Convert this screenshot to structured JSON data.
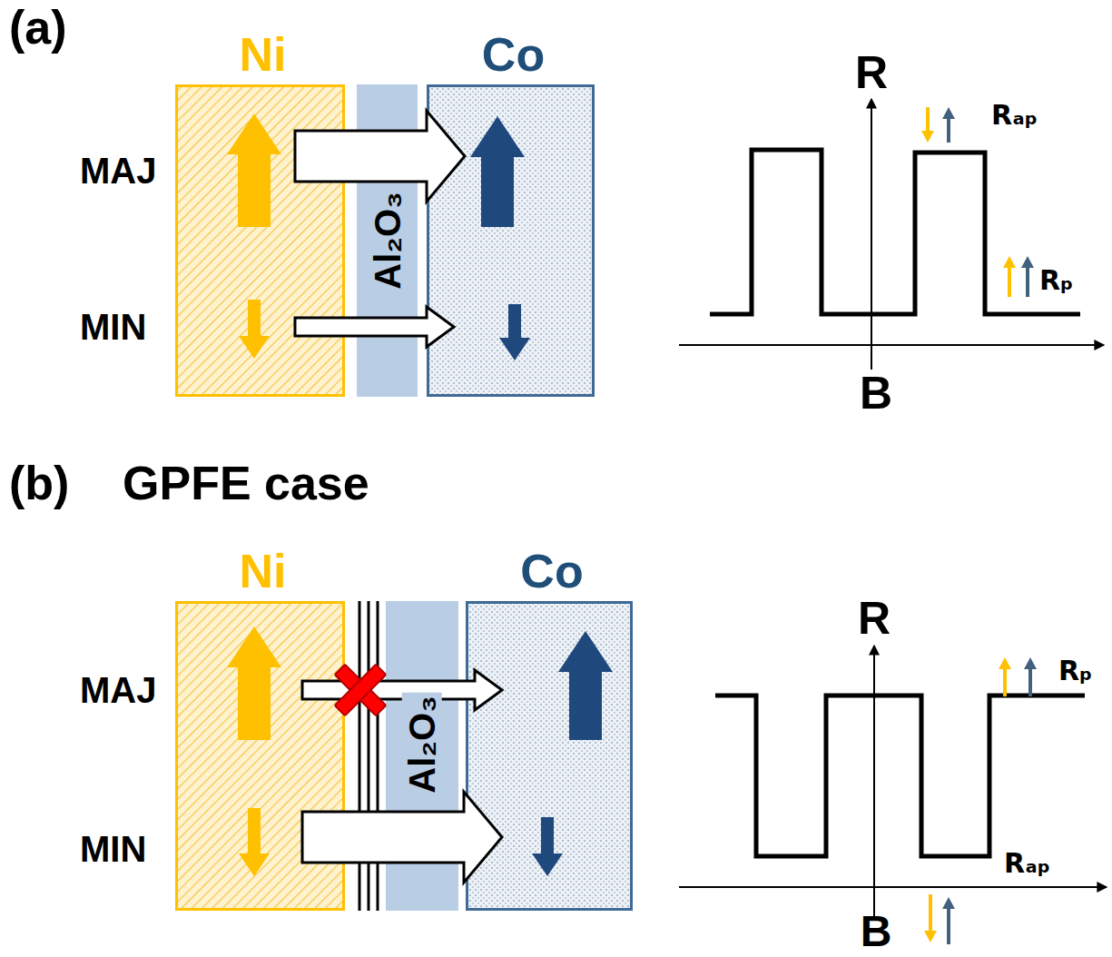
{
  "diagram": {
    "nodes": [
      {
        "text": [
          "Ni"
        ]
      },
      {
        "text": [
          "Al₂O₃"
        ]
      },
      {
        "text": [
          "Co"
        ]
      },
      {
        "text": [
          "Ni"
        ]
      },
      {
        "text": [
          "Al₂O₃"
        ]
      },
      {
        "text": [
          "Co"
        ]
      }
    ],
    "edges": [
      {
        "from": 0,
        "to": 2,
        "arrow": "to"
      },
      {
        "from": 0,
        "to": 2,
        "arrow": "to"
      },
      {
        "from": 3,
        "to": 5,
        "arrow": "to"
      },
      {
        "from": 3,
        "to": 5,
        "arrow": "to"
      }
    ],
    "labels": [
      "(a)",
      "MAJ",
      "MIN",
      "R",
      "B",
      "Rₐₚ",
      "Rₚ",
      "(b)",
      "GPFE case",
      "MAJ",
      "MIN",
      "R",
      "B",
      "Rₚ",
      "Rₐₚ"
    ]
  }
}
